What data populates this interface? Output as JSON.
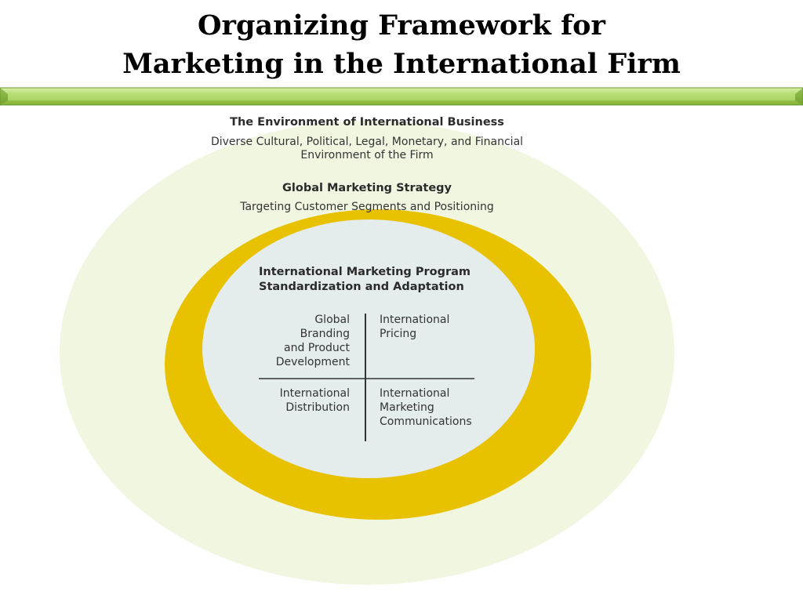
{
  "slide": {
    "title_line1": "Organizing Framework for",
    "title_line2": "Marketing in the International Firm"
  },
  "colors": {
    "divider_green": "#9ccf4a",
    "outer_ring": "#f1f6e1",
    "middle_ring": "#e8c100",
    "inner_circle": "#e4ecec",
    "quadrant_lines": "#333333"
  },
  "diagram": {
    "outer": {
      "heading": "The Environment of International Business",
      "description_line1": "Diverse Cultural, Political, Legal, Monetary, and Financial",
      "description_line2": "Environment of the Firm"
    },
    "middle": {
      "heading": "Global Marketing Strategy",
      "description": "Targeting Customer Segments and Positioning"
    },
    "inner": {
      "heading_line1": "International Marketing Program",
      "heading_line2": "Standardization and Adaptation",
      "quadrants": {
        "top_left": [
          "Global",
          "Branding",
          "and Product",
          "Development"
        ],
        "top_right": [
          "International",
          "Pricing"
        ],
        "bottom_left": [
          "International",
          "Distribution"
        ],
        "bottom_right": [
          "International",
          "Marketing",
          "Communications"
        ]
      }
    }
  }
}
